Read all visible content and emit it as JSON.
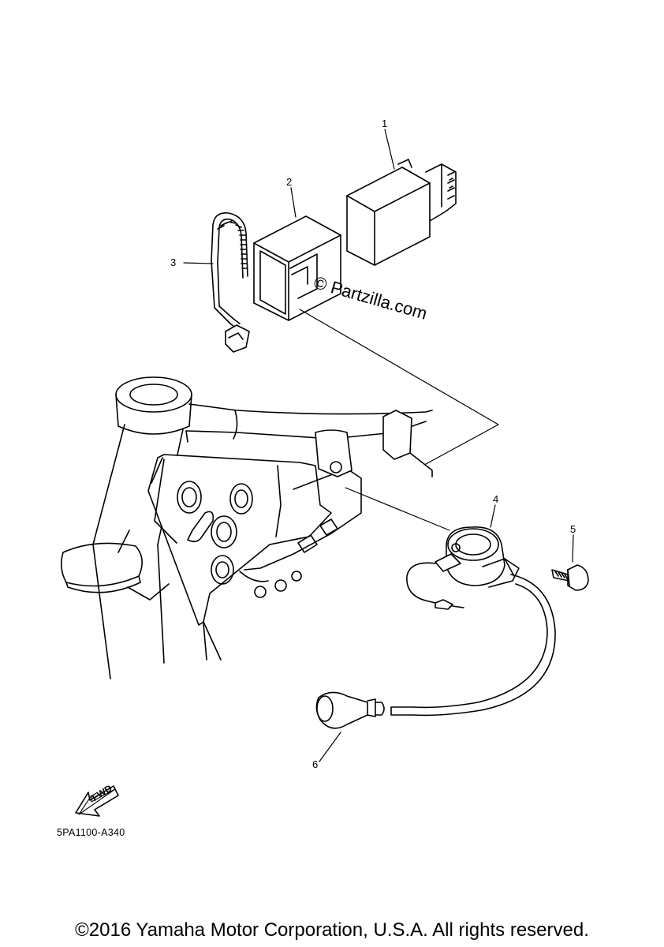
{
  "diagram": {
    "callouts": [
      {
        "id": "1",
        "label": "1"
      },
      {
        "id": "2",
        "label": "2"
      },
      {
        "id": "3",
        "label": "3"
      },
      {
        "id": "4",
        "label": "4"
      },
      {
        "id": "5",
        "label": "5"
      },
      {
        "id": "6",
        "label": "6"
      }
    ],
    "watermark": "© Partzilla.com",
    "direction_label": "FWD",
    "part_code": "5PA1100-A340"
  },
  "footer": {
    "copyright": "©2016 Yamaha Motor Corporation, U.S.A. All rights reserved."
  },
  "colors": {
    "line": "#000000",
    "background": "#ffffff"
  },
  "icons": {
    "direction": "fwd-arrow-icon"
  }
}
